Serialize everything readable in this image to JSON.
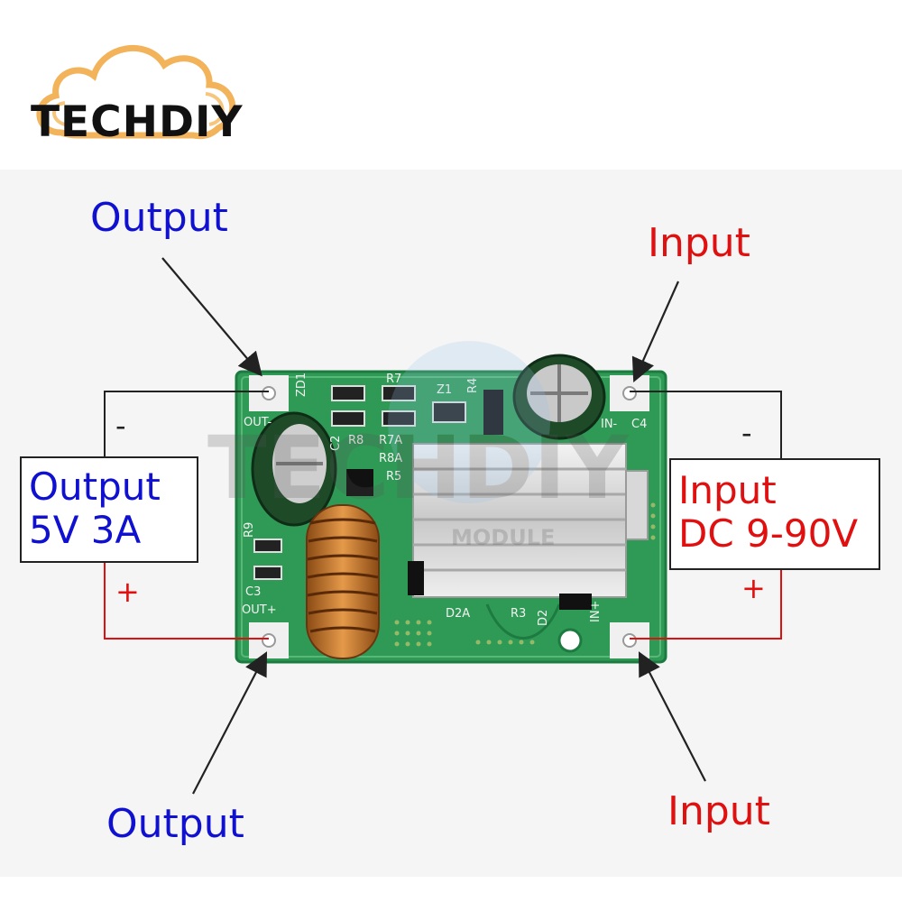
{
  "logo": {
    "text": "TECHDIY"
  },
  "labels": {
    "output_top": "Output",
    "output_bottom": "Output",
    "input_top": "Input",
    "input_bottom": "Input"
  },
  "output_box": {
    "line1": "Output",
    "line2": "5V 3A"
  },
  "input_box": {
    "line1": "Input",
    "line2": "DC 9-90V"
  },
  "signs": {
    "output_minus": "-",
    "output_plus": "+",
    "input_minus": "-",
    "input_plus": "+"
  },
  "board": {
    "silkscreen": {
      "out_minus": "OUT-",
      "out_plus": "OUT+",
      "in_minus": "IN-",
      "in_plus": "IN+",
      "zd1": "ZD1",
      "r7": "R7",
      "r8": "R8",
      "r7a": "R7A",
      "r8a": "R8A",
      "r5": "R5",
      "r4": "R4",
      "z1": "Z1",
      "c2": "C2",
      "c3": "C3",
      "c4": "C4",
      "r9": "R9",
      "d2a": "D2A",
      "r3": "R3",
      "d2": "D2"
    },
    "watermark": "TECHDIY",
    "watermark_sub": "MODULE"
  },
  "colors": {
    "output_text": "#1010d0",
    "input_text": "#e01010",
    "pcb": "#2f9a55",
    "wire_positive": "#e01010",
    "wire_negative": "#222222"
  }
}
